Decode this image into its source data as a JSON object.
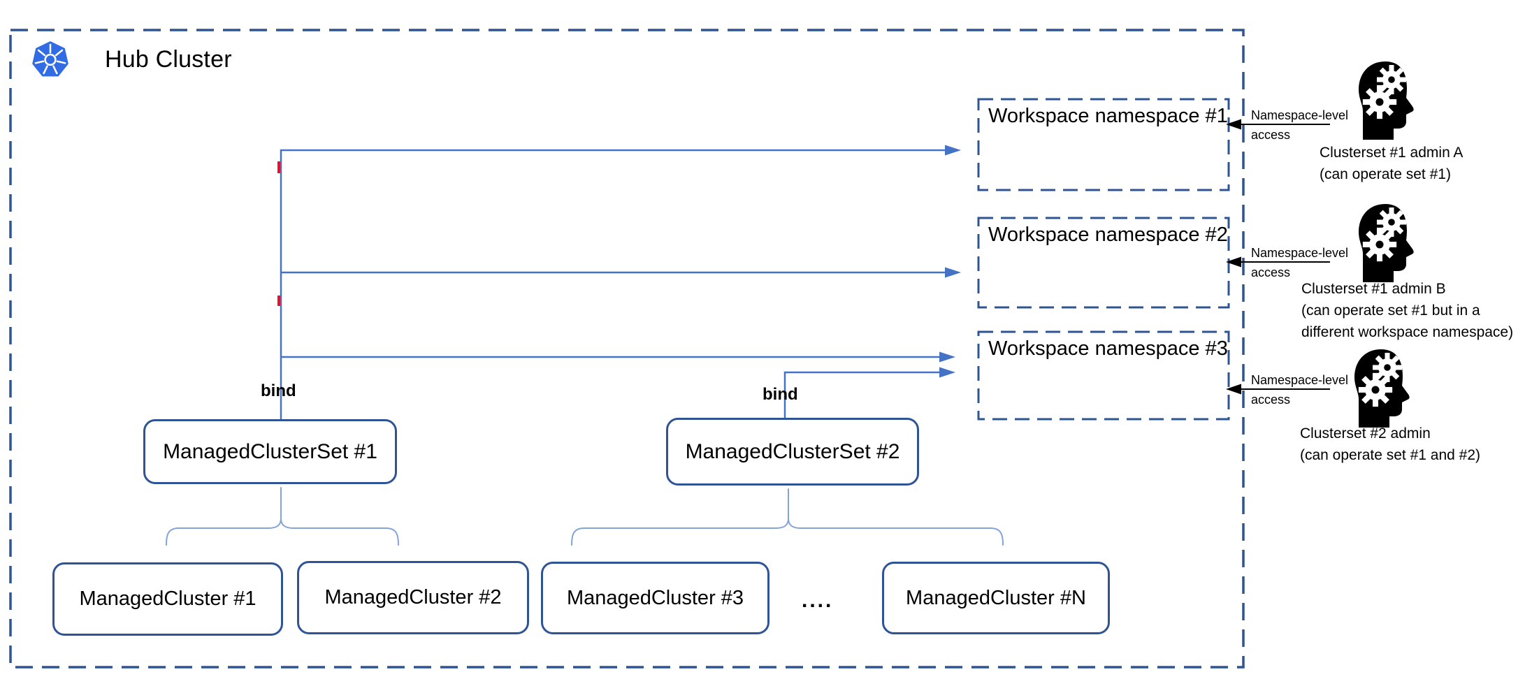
{
  "hub": {
    "title": "Hub Cluster"
  },
  "workspaces": [
    {
      "label": "Workspace namespace #1"
    },
    {
      "label": "Workspace namespace #2"
    },
    {
      "label": "Workspace namespace #3"
    }
  ],
  "binds": [
    {
      "label": "bind"
    },
    {
      "label": "bind"
    }
  ],
  "clustersets": [
    {
      "label": "ManagedClusterSet #1"
    },
    {
      "label": "ManagedClusterSet #2"
    }
  ],
  "clusters": [
    {
      "label": "ManagedCluster #1"
    },
    {
      "label": "ManagedCluster #2"
    },
    {
      "label": "ManagedCluster #3"
    },
    {
      "label": "ManagedCluster #N"
    }
  ],
  "ellipsis": "....",
  "access_arrows": [
    {
      "line1": "Namespace-level",
      "line2": "access"
    },
    {
      "line1": "Namespace-level",
      "line2": "access"
    },
    {
      "line1": "Namespace-level",
      "line2": "access"
    }
  ],
  "admins": [
    {
      "caption": "Clusterset #1 admin A\n(can operate set #1)"
    },
    {
      "caption": "Clusterset #1 admin B\n(can operate set #1 but in a\ndifferent workspace namespace)"
    },
    {
      "caption": "Clusterset #2 admin\n(can operate set #1 and #2)"
    }
  ],
  "icons": {
    "logo": "kubernetes-logo",
    "admin": "head-with-gears-icon"
  },
  "colors": {
    "dashed_border": "#2f5493",
    "solid_border": "#2f5496",
    "connector_blue": "#4472c4",
    "brace_blue": "#84a3d6",
    "kubernetes_blue": "#326ce5",
    "red_mark": "#e8112d",
    "arrow_black": "#000000"
  }
}
